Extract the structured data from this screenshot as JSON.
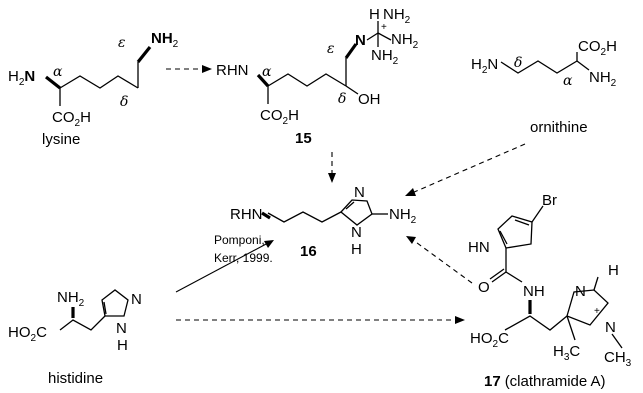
{
  "compounds": {
    "lysine": {
      "name": "lysine",
      "nh2_top": "NH",
      "nh2_left": "H",
      "co2h": "CO",
      "alpha": "α",
      "epsilon": "ε",
      "delta": "δ"
    },
    "c15": {
      "number": "15",
      "rhn": "RHN",
      "nh2a": "NH",
      "nh2b": "NH",
      "nh": "N",
      "oh": "OH",
      "co2h": "CO",
      "alpha": "α",
      "epsilon": "ε",
      "delta": "δ",
      "plus": "+"
    },
    "ornithine": {
      "name": "ornithine",
      "h2n": "H",
      "co2h": "CO",
      "nh2": "NH",
      "alpha": "α",
      "delta": "δ"
    },
    "c16": {
      "number": "16",
      "rhn": "RHN",
      "n": "N",
      "nh2": "NH",
      "nh": "N",
      "h": "H"
    },
    "histidine": {
      "name": "histidine",
      "nh2": "NH",
      "ho2c": "HO",
      "n": "N",
      "nh": "N",
      "h": "H"
    },
    "c17": {
      "number": "17",
      "name": "(clathramide A)",
      "br": "Br",
      "hn": "HN",
      "o": "O",
      "nh": "NH",
      "h": "H",
      "ho2c": "HO",
      "h3c": "H",
      "ch3": "CH",
      "n1": "N",
      "n2": "N",
      "plus": "+"
    }
  },
  "reference": {
    "line1": "Pomponi,",
    "line2": "Kerr, 1999."
  }
}
